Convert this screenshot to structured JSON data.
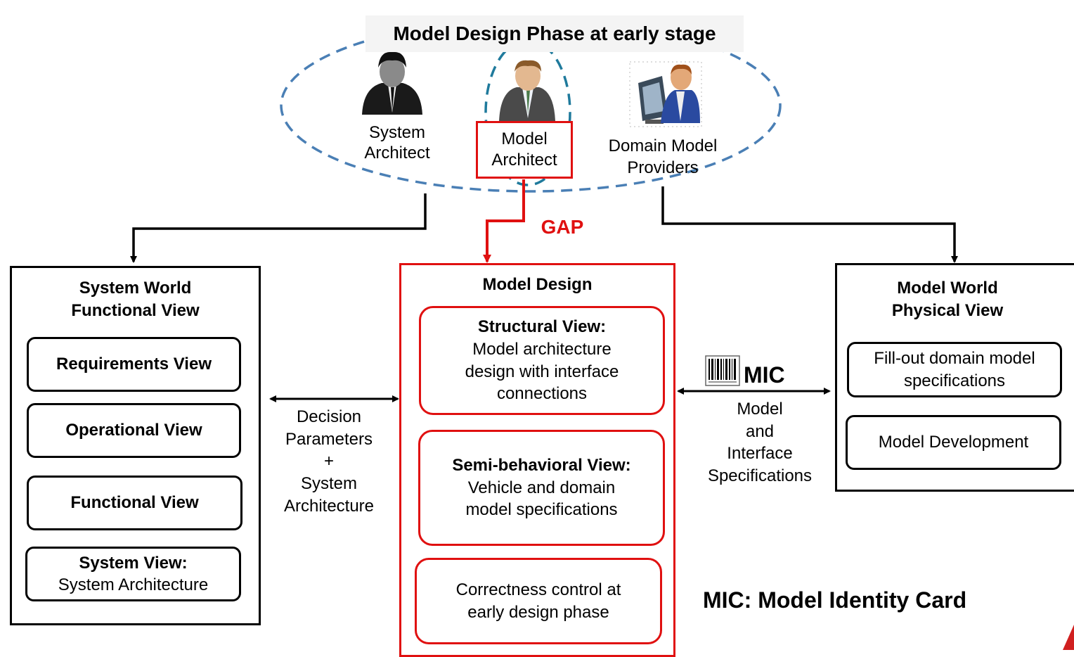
{
  "phase_title": "Model Design Phase at early stage",
  "actors": {
    "system_architect": "System\nArchitect",
    "model_architect": "Model\nArchitect",
    "domain_model_providers": "Domain Model\nProviders"
  },
  "gap_label": "GAP",
  "system_world": {
    "title": "System World\nFunctional View",
    "items": [
      "Requirements View",
      "Operational View",
      "Functional View"
    ],
    "system_view_title": "System  View:",
    "system_view_body": "System Architecture"
  },
  "model_design": {
    "title": "Model Design",
    "structural_title": "Structural View:",
    "structural_body": "Model architecture\ndesign with interface\nconnections",
    "semi_title": "Semi-behavioral  View:",
    "semi_body": "Vehicle and domain\nmodel specifications",
    "correctness": "Correctness control at\nearly design phase"
  },
  "model_world": {
    "title": "Model World\nPhysical View",
    "items": [
      "Fill-out domain model\nspecifications",
      "Model Development"
    ]
  },
  "left_link_label": "Decision\nParameters\n+\nSystem\nArchitecture",
  "right_link": {
    "mic": "MIC",
    "label": "Model\nand\nInterface\nSpecifications"
  },
  "mic_definition": "MIC: Model Identity Card",
  "colors": {
    "accent_red": "#e01010",
    "dash_blue": "#4a7fb5",
    "dash_teal": "#1f7a9c"
  }
}
